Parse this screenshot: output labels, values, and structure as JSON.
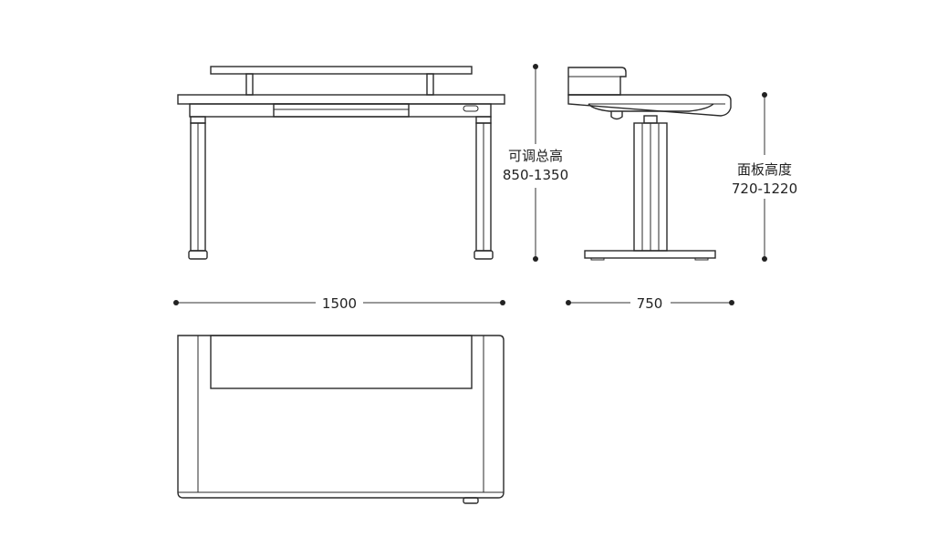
{
  "dimensions": {
    "total_height_label": "可调总高",
    "total_height_range": "850-1350",
    "panel_height_label": "面板高度",
    "panel_height_range": "720-1220",
    "width": "1500",
    "depth": "750"
  },
  "colors": {
    "line": "#2a2a2a",
    "background": "#ffffff"
  }
}
